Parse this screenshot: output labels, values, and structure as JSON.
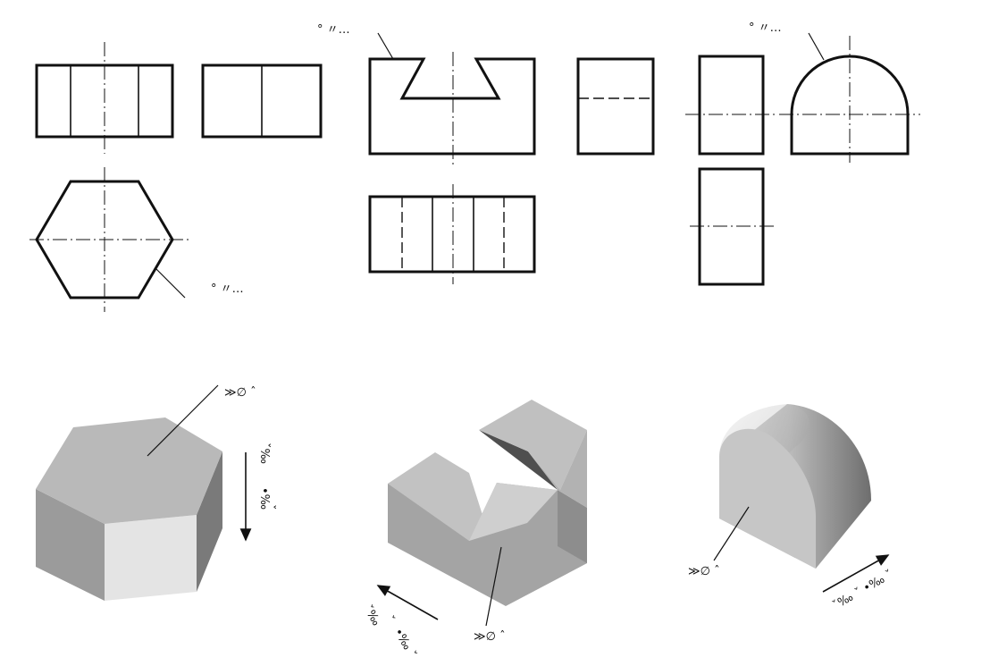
{
  "labels": {
    "top_note_1": "° 〃…",
    "top_note_2": "° 〃…",
    "left_note": "° 〃…",
    "hex_top_face": "≫∅ ˆ",
    "hex_arrow_a": "ˇ‰",
    "hex_arrow_b": "•‰",
    "hex_arrow_c": "ˇ",
    "notch_front_face": "≫∅ ˆ",
    "notch_arrow_a": "ˇ‰",
    "notch_arrow_b": "ˇ",
    "notch_arrow_c": "•‰ ˇ",
    "round_front_face": "≫∅ ˆ",
    "round_arrow_a": "ˇ‰",
    "round_arrow_b": "ˇ •‰ ˇ"
  },
  "colors": {
    "line": "#111111",
    "face_light": "#c9c9c9",
    "face_mid": "#a8a8a8",
    "face_dark": "#8a8a8a",
    "face_white": "#e6e6e6"
  }
}
